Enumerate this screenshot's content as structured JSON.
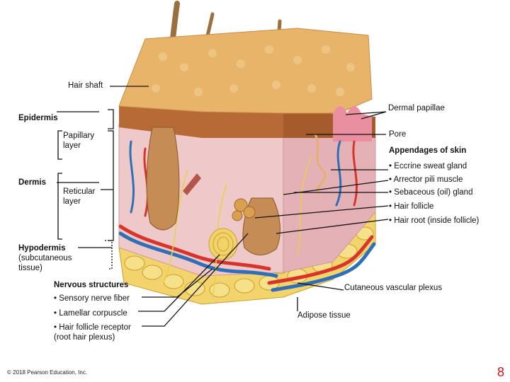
{
  "labels": {
    "hair_shaft": "Hair shaft",
    "dermal_papillae": "Dermal papillae",
    "epidermis": "Epidermis",
    "papillary_layer": "Papillary\nlayer",
    "pore": "Pore",
    "appendages_of_skin": "Appendages of skin",
    "eccrine_sweat_gland": "• Eccrine sweat gland",
    "dermis": "Dermis",
    "arrector_pili_muscle": "• Arrector pili muscle",
    "reticular_layer": "Reticular\nlayer",
    "sebaceous_gland": "• Sebaceous (oil) gland",
    "hair_follicle": "• Hair follicle",
    "hair_root": "• Hair root (inside follicle)",
    "hypodermis": "Hypodermis",
    "subcutaneous_tissue": "(subcutaneous\ntissue)",
    "nervous_structures": "Nervous structures",
    "cutaneous_vascular_plexus": "Cutaneous vascular plexus",
    "sensory_nerve_fiber": "• Sensory nerve fiber",
    "lamellar_corpuscle": "• Lamellar corpuscle",
    "adipose_tissue": "Adipose tissue",
    "hair_follicle_receptor": "• Hair follicle receptor\n  (root hair plexus)"
  },
  "footer": {
    "copyright": "© 2018 Pearson Education, Inc.",
    "page_number": "8"
  },
  "colors": {
    "epidermis_top": "#e8b46a",
    "epidermis_side": "#b86a36",
    "dermis": "#efc8c9",
    "adipose": "#f3d36b",
    "artery": "#d8342c",
    "vein": "#2e6fb6",
    "nerve": "#e6d24a",
    "hair": "#9a7040",
    "accent_page_number": "#dd1111"
  }
}
